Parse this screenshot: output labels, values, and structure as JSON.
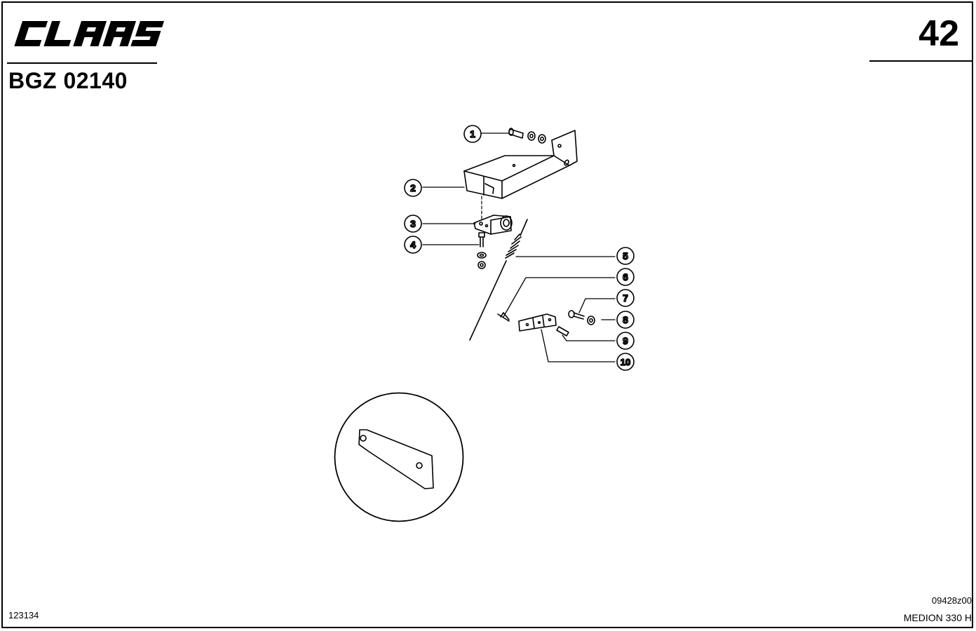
{
  "header": {
    "brand": "CLAAS",
    "document_code": "BGZ 02140",
    "page_number": "42"
  },
  "footer": {
    "left_reference": "123134",
    "drawing_reference": "09428z00",
    "model": "MEDION 330 H"
  },
  "callouts": [
    {
      "id": "1",
      "label": "1"
    },
    {
      "id": "2",
      "label": "2"
    },
    {
      "id": "3",
      "label": "3"
    },
    {
      "id": "4",
      "label": "4"
    },
    {
      "id": "5",
      "label": "5"
    },
    {
      "id": "6",
      "label": "6"
    },
    {
      "id": "7",
      "label": "7"
    },
    {
      "id": "8",
      "label": "8"
    },
    {
      "id": "9",
      "label": "9"
    },
    {
      "id": "10",
      "label": "10"
    }
  ]
}
